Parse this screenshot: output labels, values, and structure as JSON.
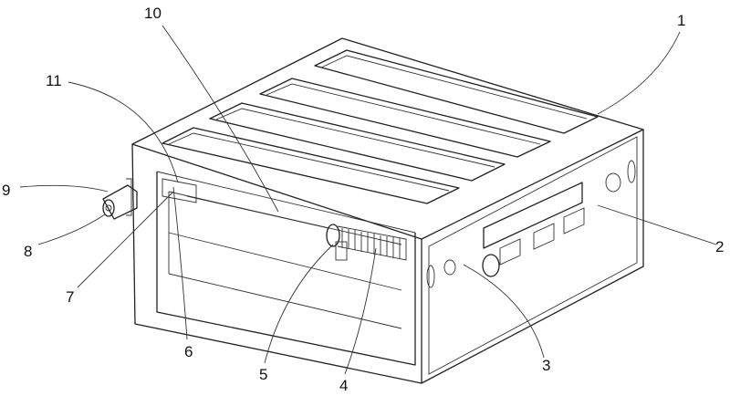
{
  "figure": {
    "labels": {
      "l1": "1",
      "l2": "2",
      "l3": "3",
      "l4": "4",
      "l5": "5",
      "l6": "6",
      "l7": "7",
      "l8": "8",
      "l9": "9",
      "l10": "10",
      "l11": "11"
    },
    "line_color": "#222222"
  }
}
